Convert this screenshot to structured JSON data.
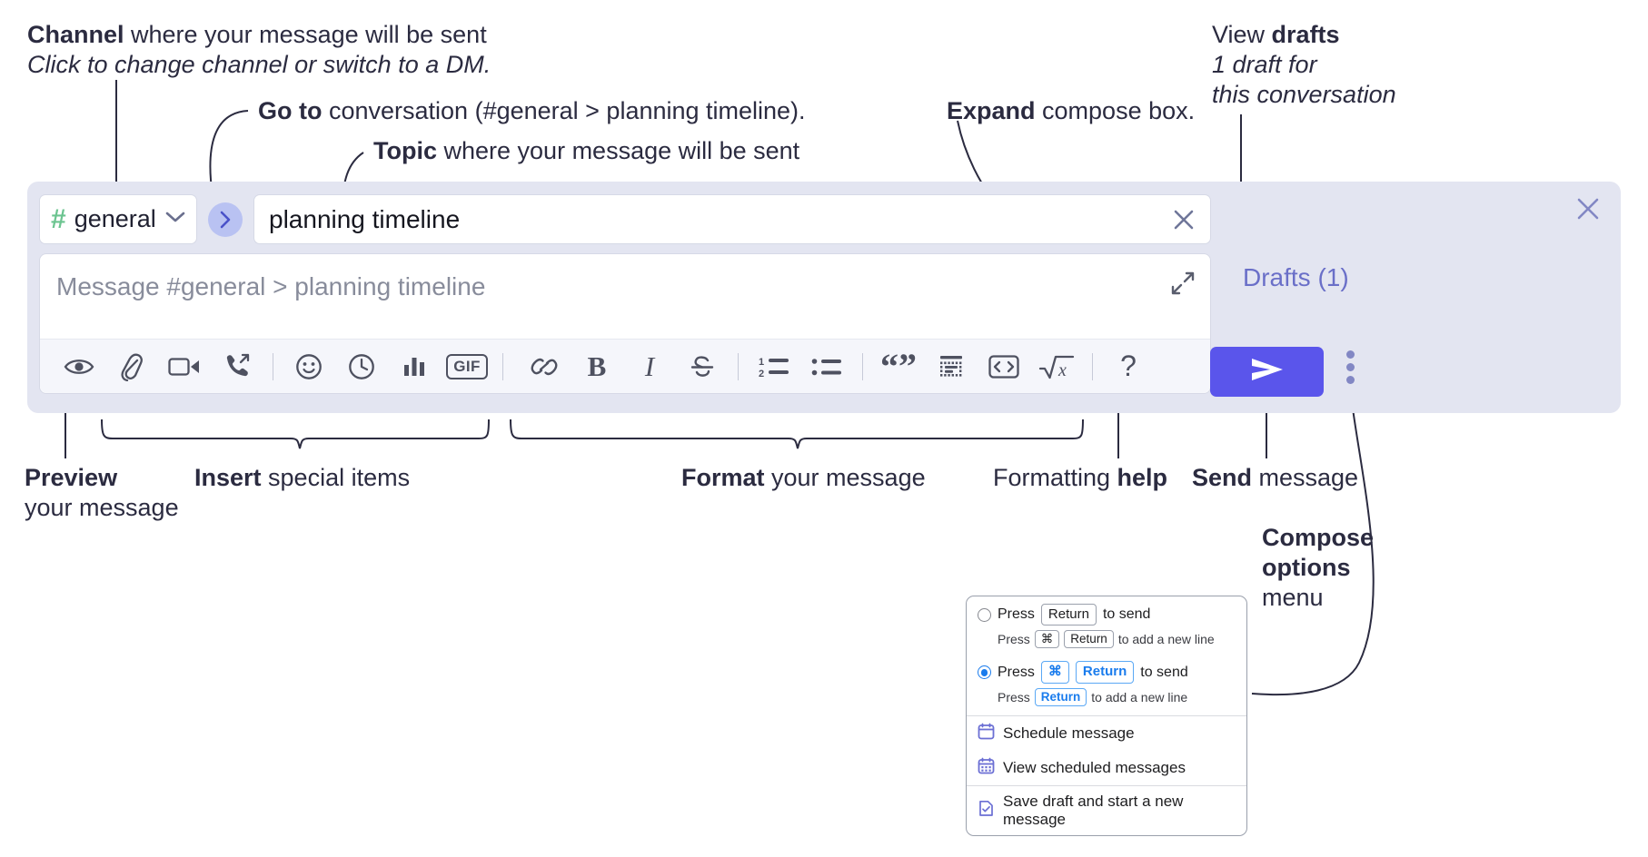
{
  "annotations": {
    "channel": {
      "bold": "Channel",
      "rest": " where your message will be sent",
      "italic": "Click to change channel or switch to a DM."
    },
    "goto": {
      "bold": "Go to",
      "rest": " conversation (#general > planning timeline)."
    },
    "topic": {
      "bold": "Topic",
      "rest": " where your message will be sent"
    },
    "expand": {
      "bold": "Expand",
      "rest": " compose box."
    },
    "drafts": {
      "normal": "View ",
      "bold": "drafts",
      "italic1": "1 draft for",
      "italic2": "this conversation"
    },
    "preview": {
      "bold": "Preview",
      "rest": "your message"
    },
    "insert": {
      "bold": "Insert",
      "rest": " special items"
    },
    "format": {
      "bold": "Format",
      "rest": " your message"
    },
    "help": {
      "normal": "Formatting ",
      "bold": "help"
    },
    "send": {
      "bold": "Send",
      "rest": " message"
    },
    "compose_options": {
      "bold1": "Compose",
      "bold2": "options",
      "rest": "menu"
    }
  },
  "compose": {
    "channel": {
      "hash": "#",
      "name": "general",
      "chevron_icon": "chevron-down-icon"
    },
    "goto_icon": "chevron-right-icon",
    "topic": {
      "value": "planning timeline",
      "clear_icon": "close-icon"
    },
    "message": {
      "placeholder": "Message #general > planning timeline",
      "value": "",
      "expand_icon": "expand-icon"
    },
    "panel_close_icon": "close-icon",
    "drafts_label": "Drafts (1)",
    "send_icon": "send-icon",
    "kebab_icon": "more-options-icon",
    "toolbar": [
      {
        "name": "preview-icon",
        "label": "Preview"
      },
      {
        "name": "attachment-icon",
        "label": "Attach file"
      },
      {
        "name": "video-icon",
        "label": "Video clip"
      },
      {
        "name": "audio-call-icon",
        "label": "Audio clip"
      },
      {
        "name": "separator",
        "label": ""
      },
      {
        "name": "emoji-icon",
        "label": "Emoji"
      },
      {
        "name": "clock-icon",
        "label": "Reminder"
      },
      {
        "name": "poll-icon",
        "label": "Poll"
      },
      {
        "name": "gif-icon",
        "label": "GIF"
      },
      {
        "name": "separator",
        "label": ""
      },
      {
        "name": "link-icon",
        "label": "Link"
      },
      {
        "name": "bold-icon",
        "label": "B"
      },
      {
        "name": "italic-icon",
        "label": "I"
      },
      {
        "name": "strikethrough-icon",
        "label": "S"
      },
      {
        "name": "separator",
        "label": ""
      },
      {
        "name": "ordered-list-icon",
        "label": "Ordered list"
      },
      {
        "name": "bulleted-list-icon",
        "label": "Bulleted list"
      },
      {
        "name": "separator",
        "label": ""
      },
      {
        "name": "blockquote-icon",
        "label": "Blockquote"
      },
      {
        "name": "code-block-icon",
        "label": "Code block"
      },
      {
        "name": "code-icon",
        "label": "Code"
      },
      {
        "name": "math-icon",
        "label": "Math"
      },
      {
        "name": "separator",
        "label": ""
      },
      {
        "name": "help-icon",
        "label": "?"
      }
    ]
  },
  "dropdown": {
    "option1": {
      "pre": "Press",
      "key": "Return",
      "post": "to send",
      "sub_pre": "Press",
      "sub_key1": "⌘",
      "sub_key2": "Return",
      "sub_post": "to add a new line",
      "selected": false
    },
    "option2": {
      "pre": "Press",
      "key1": "⌘",
      "key2": "Return",
      "post": "to send",
      "sub_pre": "Press",
      "sub_key": "Return",
      "sub_post": "to add a new line",
      "selected": true
    },
    "items": [
      {
        "icon": "calendar-icon",
        "label": "Schedule message"
      },
      {
        "icon": "calendar-grid-icon",
        "label": "View scheduled messages"
      },
      {
        "icon": "save-draft-icon",
        "label": "Save draft and start a new message"
      }
    ]
  },
  "colors": {
    "panel_bg": "#e3e5f1",
    "accent_purple": "#5a55eb",
    "drafts_text": "#6a6fc8",
    "hash_green": "#6cc490",
    "goto_circle": "#b9c2f2",
    "radio_blue": "#1a7ced",
    "text": "#2b2b40"
  }
}
